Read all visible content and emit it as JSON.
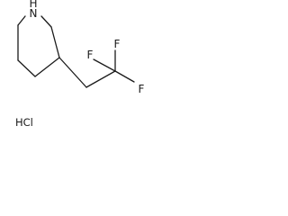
{
  "molecule": {
    "ring_nitrogen_label": "N",
    "ring_nh_label": "H",
    "fluorine_top_label": "F",
    "fluorine_left_label": "F",
    "fluorine_right_label": "F",
    "counterion_label": "HCl"
  },
  "colors": {
    "bond": "#1a1a1a",
    "text": "#1a1a1a",
    "background": "#ffffff"
  }
}
